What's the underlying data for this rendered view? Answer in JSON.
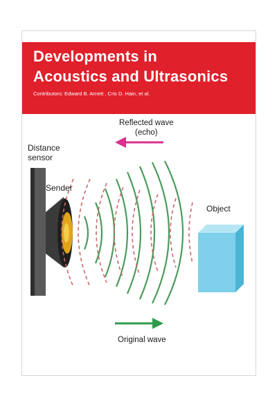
{
  "cover": {
    "title_line1": "Developments in",
    "title_line2": "Acoustics and Ultrasonics",
    "contributors": "Contributors: Edward B. Arnett , Cris D. Hain, et al."
  },
  "diagram": {
    "reflected_wave_line1": "Reflected wave",
    "reflected_wave_line2": "(echo)",
    "distance_sensor_line1": "Distance",
    "distance_sensor_line2": "sensor",
    "sender_label": "Sender",
    "object_label": "Object",
    "original_wave_label": "Original wave"
  },
  "colors": {
    "banner": "#e0202b",
    "reflected_arrow": "#d6338f",
    "original_arrow": "#2e9c4a",
    "wave_green": "#4b9b5c",
    "wave_red": "#c8686b",
    "object_cube": "#7fd0ea"
  }
}
